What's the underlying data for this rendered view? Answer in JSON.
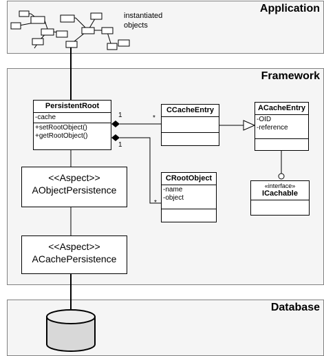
{
  "layers": {
    "application": "Application",
    "framework": "Framework",
    "database": "Database"
  },
  "objects_label": "instantiated\nobjects",
  "classes": {
    "persistent_root": {
      "name": "PersistentRoot",
      "attrs": [
        "-cache"
      ],
      "ops": [
        "+setRootObject()",
        "+getRootObject()"
      ]
    },
    "ccache_entry": {
      "name": "CCacheEntry"
    },
    "acache_entry": {
      "name": "ACacheEntry",
      "attrs": [
        "-OID",
        "-reference"
      ]
    },
    "croot_object": {
      "name": "CRootObject",
      "attrs": [
        "-name",
        "-object"
      ]
    },
    "icachable": {
      "stereotype": "«interface»",
      "name": "ICachable"
    }
  },
  "aspects": {
    "aobject": {
      "stereotype": "<<Aspect>>",
      "name": "AObjectPersistence"
    },
    "acache": {
      "stereotype": "<<Aspect>>",
      "name": "ACachePersistence"
    }
  },
  "multiplicities": {
    "cache_one": "1",
    "cache_many": "*",
    "root_one": "1",
    "root_many": "*"
  }
}
